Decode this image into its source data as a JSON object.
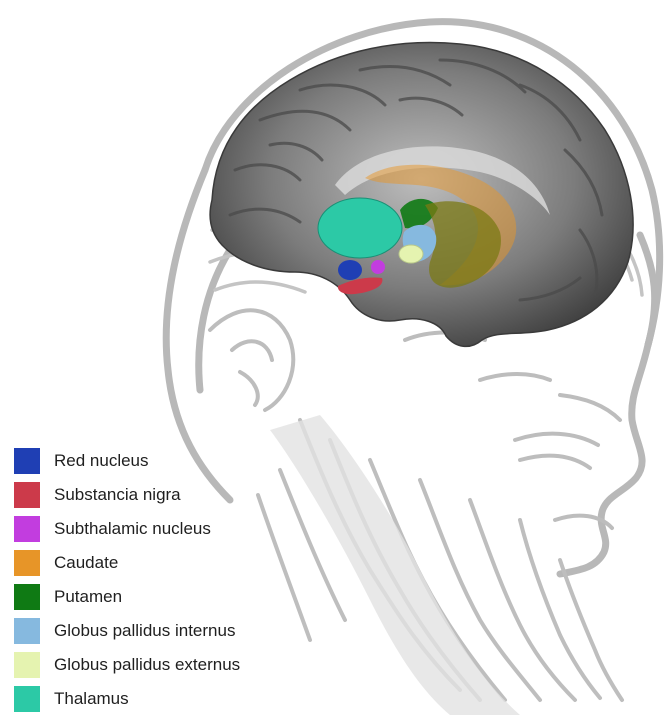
{
  "legend": {
    "items": [
      {
        "label": "Red nucleus",
        "color": "#1f3fb4"
      },
      {
        "label": "Substancia nigra",
        "color": "#cc3a4a"
      },
      {
        "label": "Subthalamic nucleus",
        "color": "#c23ddf"
      },
      {
        "label": "Caudate",
        "color": "#e79528"
      },
      {
        "label": "Putamen",
        "color": "#0f7a14"
      },
      {
        "label": "Globus pallidus internus",
        "color": "#86b9df"
      },
      {
        "label": "Globus pallidus externus",
        "color": "#e5f3b0"
      },
      {
        "label": "Thalamus",
        "color": "#2cc9a6"
      }
    ]
  }
}
